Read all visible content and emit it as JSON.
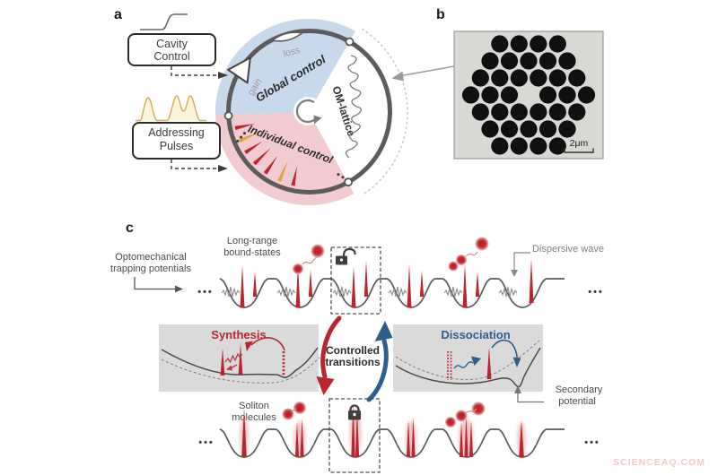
{
  "panel_a": {
    "label": "a",
    "cavity_control": [
      "Cavity",
      "Control"
    ],
    "addressing_pulses": [
      "Addressing",
      "Pulses"
    ],
    "gain": "gain",
    "loss": "loss",
    "global_control": "Global control",
    "individual_control": "Individual control",
    "om_lattice": "OM-lattice",
    "ellipsis": "•••"
  },
  "panel_b": {
    "label": "b",
    "scale_bar": "2μm"
  },
  "panel_c": {
    "label": "c",
    "trapping_label": [
      "Optomechanical",
      "trapping potentials"
    ],
    "bound_states_label": [
      "Long-range",
      "bound-states"
    ],
    "dispersive_wave": "Dispersive wave",
    "synthesis": "Synthesis",
    "dissociation": "Dissociation",
    "controlled_transitions": [
      "Controlled",
      "transitions"
    ],
    "secondary_potential": [
      "Secondary",
      "potential"
    ],
    "soliton_molecules": [
      "Soliton",
      "molecules"
    ],
    "ellipsis": "•••"
  },
  "watermark": "SCIENCEAQ.COM",
  "colors": {
    "global_control_fill": "#c7d9ea",
    "individual_control_fill": "#f2cbd1",
    "soliton_red": "#b8262e",
    "addressing_orange": "#e0a23e",
    "synthesis_red": "#b02a30",
    "dissociation_blue": "#2d5f8e",
    "panel_gray": "#dadada",
    "ring_gray": "#5c5c5c"
  }
}
